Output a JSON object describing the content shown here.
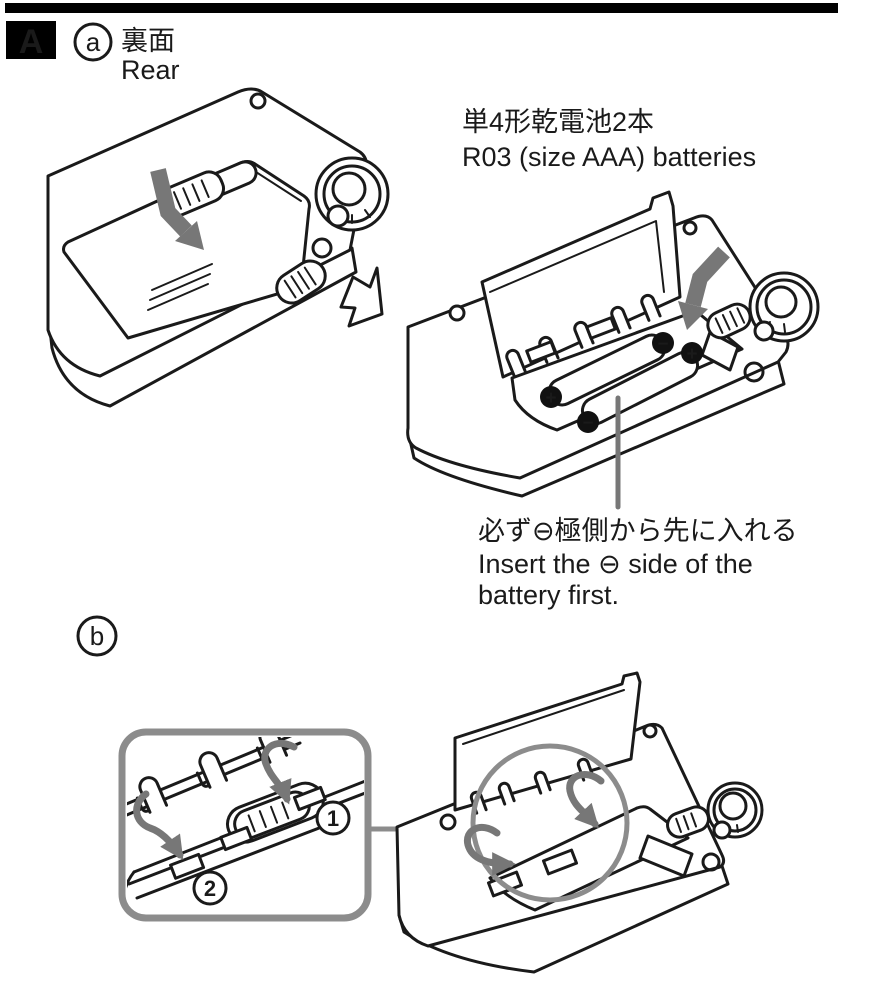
{
  "colors": {
    "ink": "#1a1a1a",
    "arrow_gray": "#777777",
    "outline_gray": "#8c8c8c",
    "paper": "#ffffff"
  },
  "header": {
    "section_label": "A",
    "variant_label": "a",
    "title_jp": "裏面",
    "title_en": "Rear"
  },
  "battery_spec": {
    "jp": "単4形乾電池2本",
    "en": "R03 (size AAA) batteries"
  },
  "insert_note": {
    "jp": "必ず⊖極側から先に入れる",
    "en_line1": "Insert the ⊖ side of the",
    "en_line2": "battery first."
  },
  "section_b": {
    "variant_label": "b"
  },
  "steps": {
    "step1": "1",
    "step2": "2"
  },
  "terminals": {
    "plus": "+",
    "minus": "−"
  }
}
